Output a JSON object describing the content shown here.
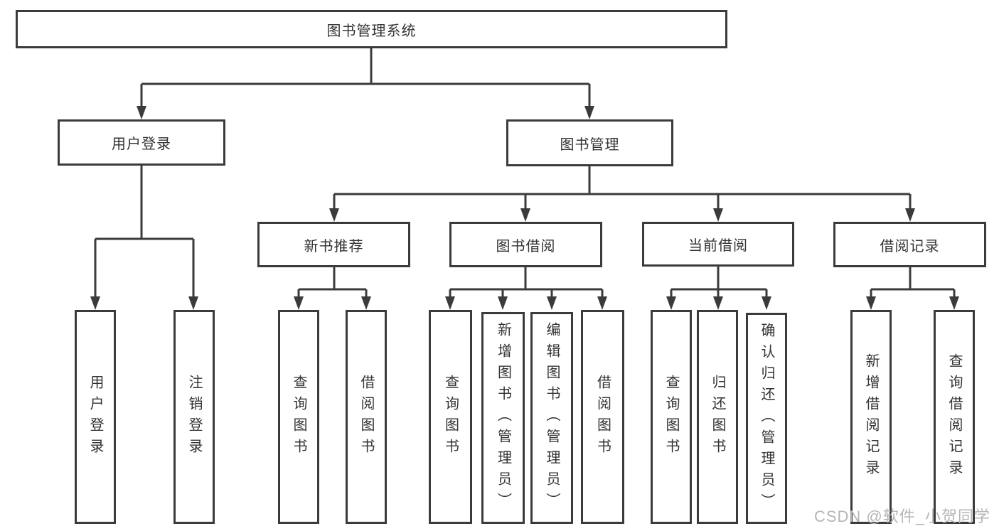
{
  "page": {
    "background": "#ffffff"
  },
  "colors": {
    "line": "#3b3b3b",
    "box_border": "#3b3b3b",
    "text": "#333333",
    "watermark": "#b5b5b5"
  },
  "tree": {
    "root": {
      "label": "图书管理系统",
      "children": [
        {
          "label": "用户登录",
          "children": [
            {
              "label": "用户登录"
            },
            {
              "label": "注销登录"
            }
          ]
        },
        {
          "label": "图书管理",
          "children": [
            {
              "label": "新书推荐",
              "children": [
                {
                  "label": "查询图书"
                },
                {
                  "label": "借阅图书"
                }
              ]
            },
            {
              "label": "图书借阅",
              "children": [
                {
                  "label": "查询图书"
                },
                {
                  "label": "新增图书（管理员）"
                },
                {
                  "label": "编辑图书（管理员）"
                },
                {
                  "label": "借阅图书"
                }
              ]
            },
            {
              "label": "当前借阅",
              "children": [
                {
                  "label": "查询图书"
                },
                {
                  "label": "归还图书"
                },
                {
                  "label": "确认归还（管理员）"
                }
              ]
            },
            {
              "label": "借阅记录",
              "children": [
                {
                  "label": "新增借阅记录"
                },
                {
                  "label": "查询借阅记录"
                }
              ]
            }
          ]
        }
      ]
    }
  },
  "watermark": {
    "text": "CSDN @软件_小贺同学"
  }
}
